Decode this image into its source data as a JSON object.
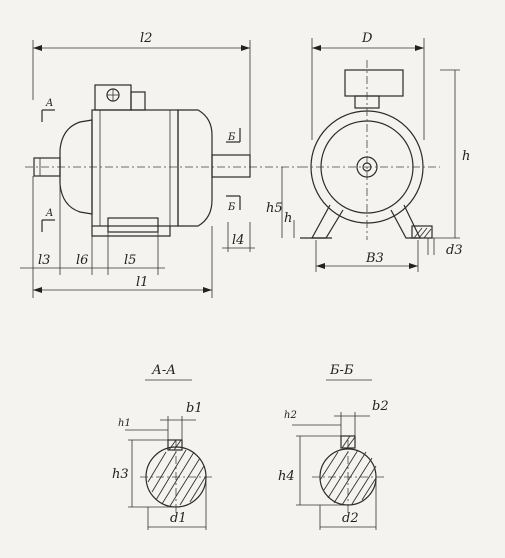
{
  "labels": {
    "l2": "l2",
    "D": "D",
    "A_top": "A",
    "A_bottom": "A",
    "B_top": "Б",
    "B_bottom": "Б",
    "h5": "h5",
    "h": "h",
    "l4": "l4",
    "l3": "l3",
    "l6": "l6",
    "l5": "l5",
    "l1": "l1",
    "B3": "B3",
    "d3": "d3",
    "H": "h"
  },
  "sections": {
    "aa": {
      "title": "А-А",
      "h1": "h1",
      "b1": "b1",
      "h3": "h3",
      "d1": "d1"
    },
    "bb": {
      "title": "Б-Б",
      "h2": "h2",
      "b2": "b2",
      "h4": "h4",
      "d2": "d2"
    }
  }
}
